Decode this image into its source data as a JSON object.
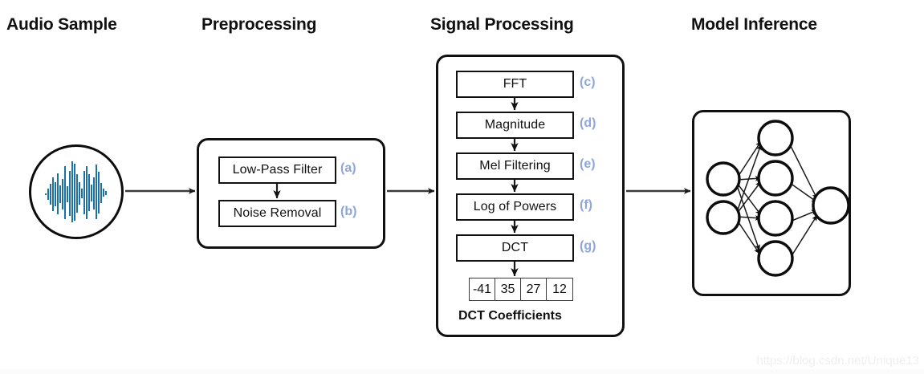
{
  "headings": [
    {
      "id": "audio",
      "label": "Audio Sample"
    },
    {
      "id": "pre",
      "label": "Preprocessing"
    },
    {
      "id": "sig",
      "label": "Signal Processing"
    },
    {
      "id": "model",
      "label": "Model Inference"
    }
  ],
  "audio_sample": {
    "icon": "audio-waveform-icon",
    "waveform_color": "#1a6fad"
  },
  "preprocessing": {
    "steps": [
      {
        "label": "Low-Pass Filter",
        "tag": "(a)"
      },
      {
        "label": "Noise Removal",
        "tag": "(b)"
      }
    ]
  },
  "signal_processing": {
    "steps": [
      {
        "label": "FFT",
        "tag": "(c)"
      },
      {
        "label": "Magnitude",
        "tag": "(d)"
      },
      {
        "label": "Mel Filtering",
        "tag": "(e)"
      },
      {
        "label": "Log of Powers",
        "tag": "(f)"
      },
      {
        "label": "DCT",
        "tag": "(g)"
      }
    ],
    "dct_coefficients": [
      "-41",
      "35",
      "27",
      "12"
    ],
    "dct_caption": "DCT Coefficients"
  },
  "model_inference": {
    "network": {
      "input_nodes": 2,
      "hidden_nodes": 4,
      "output_nodes": 1,
      "fully_connected": true
    }
  },
  "colors": {
    "tag_blue": "#8da6dc",
    "stroke": "#111111",
    "waveform": "#1a6fad"
  },
  "watermark": "https://blog.csdn.net/Unique13"
}
